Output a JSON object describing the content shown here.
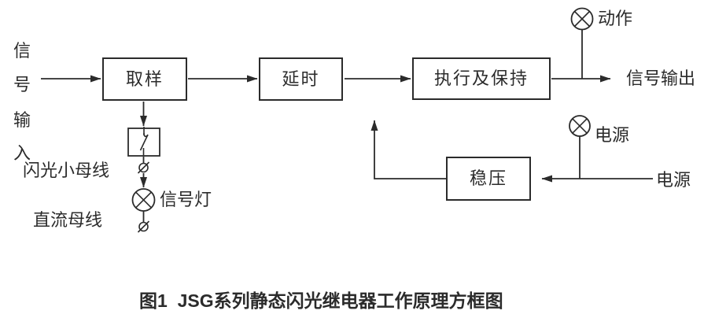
{
  "colors": {
    "ink": "#2b2b2b",
    "background": "#ffffff"
  },
  "diagram": {
    "signal_input": {
      "chars": [
        "信",
        "号",
        "输",
        "入"
      ]
    },
    "boxes": {
      "sampling": "取样",
      "delay": "延时",
      "execute_hold": "执行及保持",
      "regulator": "稳压"
    },
    "lamps": {
      "action": "动作",
      "power": "电源",
      "signal": "信号灯"
    },
    "labels": {
      "signal_output": "信号输出",
      "power_source": "电源",
      "flash_bus": "闪光小母线",
      "dc_bus": "直流母线"
    }
  },
  "caption": "图1  JSG系列静态闪光继电器工作原理方框图"
}
